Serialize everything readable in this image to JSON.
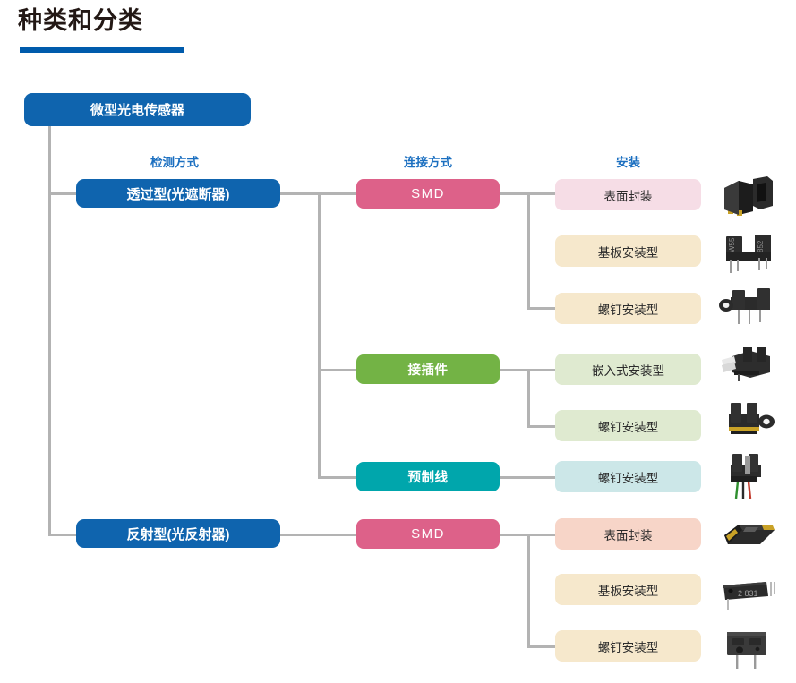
{
  "page": {
    "title": "种类和分类",
    "accent_color": "#005bac",
    "line_color": "#b3b3b3"
  },
  "columns": [
    {
      "key": "detection",
      "label": "检测方式"
    },
    {
      "key": "connection",
      "label": "连接方式"
    },
    {
      "key": "mounting",
      "label": "安装"
    }
  ],
  "root": {
    "label": "微型光电传感器",
    "color": "#0f64ae",
    "text_color": "#ffffff"
  },
  "tree": {
    "detection": [
      {
        "label": "透过型(光遮断器)",
        "color": "#0f64ae",
        "text_color": "#ffffff"
      },
      {
        "label": "反射型(光反射器)",
        "color": "#0f64ae",
        "text_color": "#ffffff"
      }
    ],
    "connection": [
      {
        "label": "SMD",
        "color": "#dd6189",
        "text_color": "#ffffff"
      },
      {
        "label": "接插件",
        "color": "#73b345",
        "text_color": "#ffffff"
      },
      {
        "label": "预制线",
        "color": "#00a6ac",
        "text_color": "#ffffff"
      },
      {
        "label": "SMD",
        "color": "#dd6189",
        "text_color": "#ffffff"
      }
    ],
    "mounting": [
      {
        "label": "表面封装",
        "color": "#f6dde6",
        "text_color": "#2b2b2b",
        "photo": "photoelectric-sensor-smd-surface"
      },
      {
        "label": "基板安装型",
        "color": "#f6e8cc",
        "text_color": "#2b2b2b",
        "photo": "photoelectric-sensor-smd-pcb"
      },
      {
        "label": "螺钉安装型",
        "color": "#f6e8cc",
        "text_color": "#2b2b2b",
        "photo": "photoelectric-sensor-smd-screw"
      },
      {
        "label": "嵌入式安装型",
        "color": "#dfead0",
        "text_color": "#2b2b2b",
        "photo": "photoelectric-sensor-connector-embedded"
      },
      {
        "label": "螺钉安装型",
        "color": "#dfead0",
        "text_color": "#2b2b2b",
        "photo": "photoelectric-sensor-connector-screw"
      },
      {
        "label": "螺钉安装型",
        "color": "#cce7e8",
        "text_color": "#2b2b2b",
        "photo": "photoelectric-sensor-cable-screw"
      },
      {
        "label": "表面封装",
        "color": "#f7d5c8",
        "text_color": "#2b2b2b",
        "photo": "photoreflector-smd-surface"
      },
      {
        "label": "基板安装型",
        "color": "#f6e8cc",
        "text_color": "#2b2b2b",
        "photo": "photoreflector-smd-pcb"
      },
      {
        "label": "螺钉安装型",
        "color": "#f6e8cc",
        "text_color": "#2b2b2b",
        "photo": "photoreflector-smd-screw"
      }
    ]
  }
}
